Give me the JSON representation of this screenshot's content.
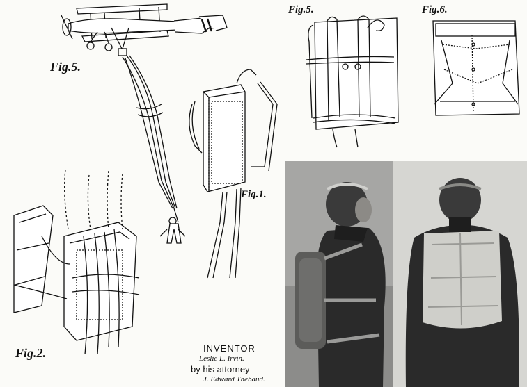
{
  "figures": {
    "fig5_left": "Fig.5.",
    "fig1": "Fig.1.",
    "fig2": "Fig.2.",
    "fig5_right": "Fig.5.",
    "fig6": "Fig.6."
  },
  "inventor_block": {
    "heading": "INVENTOR",
    "signature": "Leslie L. Irvin.",
    "by_line": "by his attorney",
    "attorney_signature": "J. Edward Thebaud."
  },
  "colors": {
    "ink": "#111111",
    "paper": "#fbfbf8",
    "photo_dark": "#2a2a2a",
    "photo_light": "#d6d6d2"
  }
}
